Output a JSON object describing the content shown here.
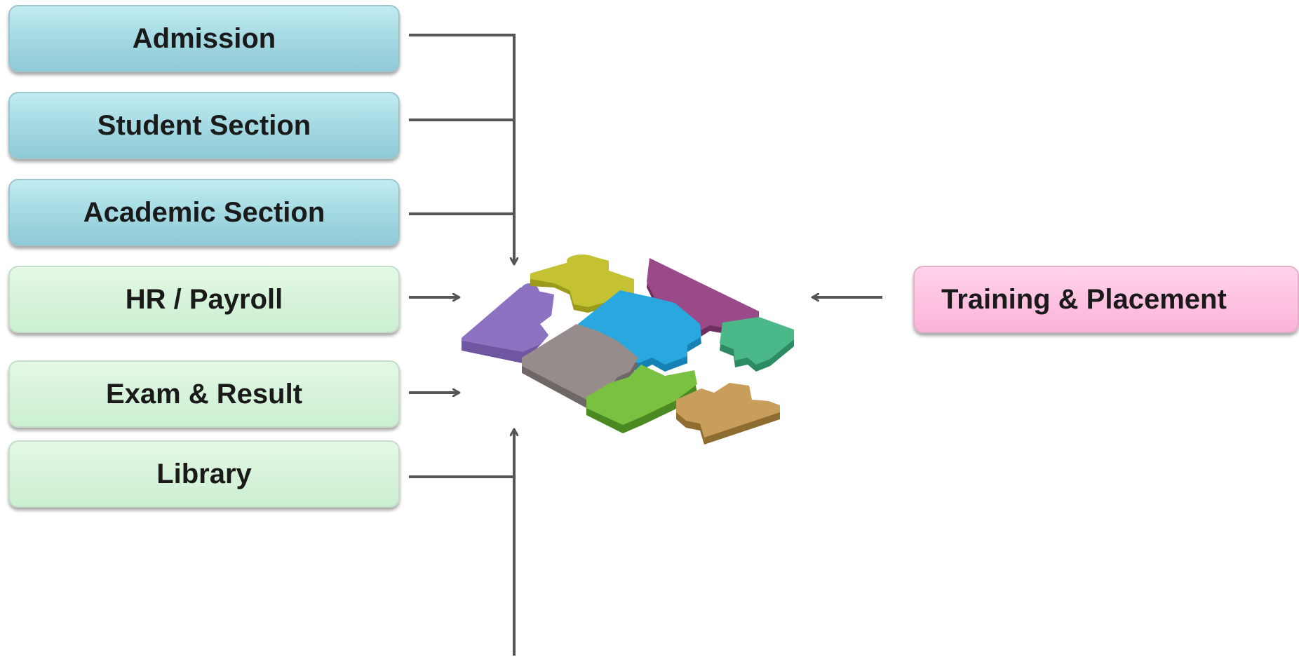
{
  "modules": {
    "admission": "Admission",
    "student_section": "Student Section",
    "academic_section": "Academic Section",
    "hr_payroll": "HR / Payroll",
    "exam_result": "Exam & Result",
    "library": "Library",
    "training_placement": "Training & Placement"
  },
  "colors": {
    "core_modules": "#a7dbe4",
    "support_modules": "#d7f3db",
    "external_module": "#ffc3e2",
    "arrow": "#555555"
  },
  "center_graphic": "puzzle-pieces-icon"
}
